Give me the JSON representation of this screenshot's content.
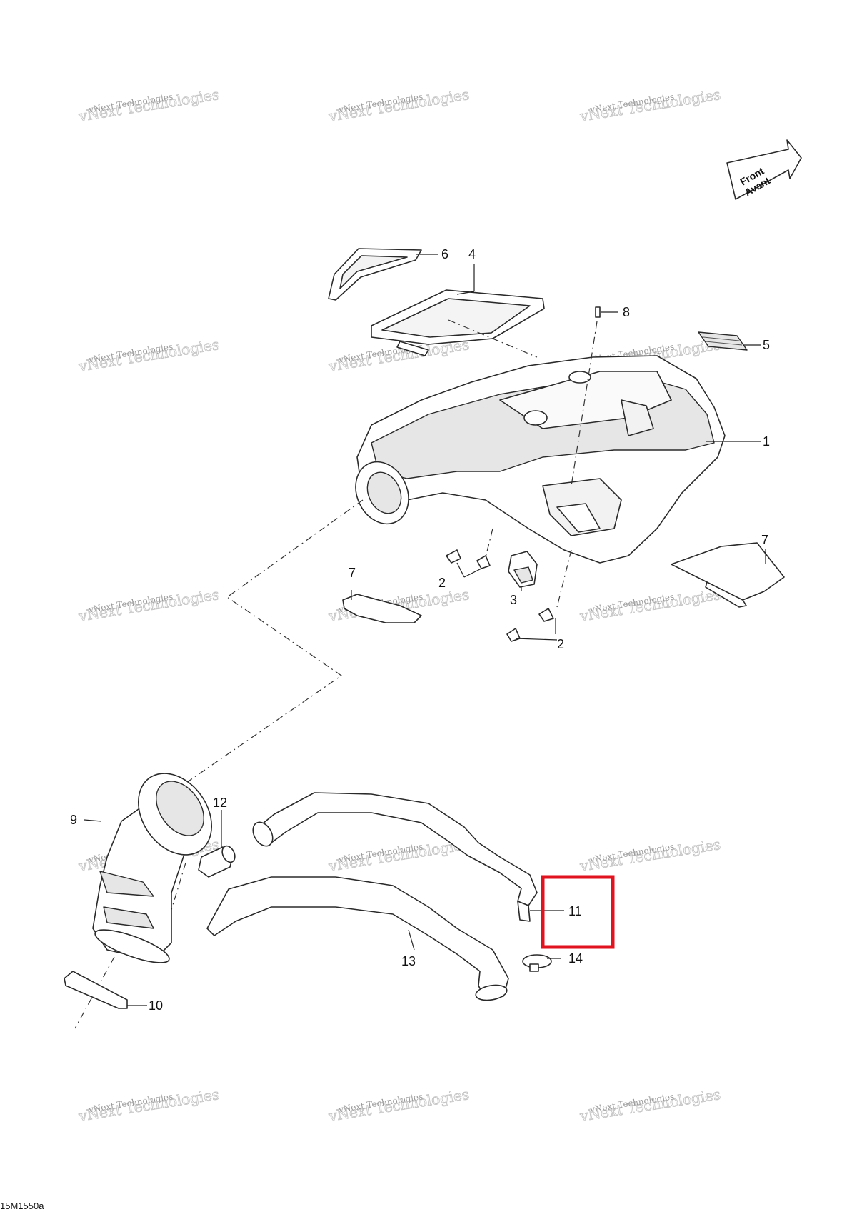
{
  "watermark": {
    "line1": "vNext Technologies",
    "line2": "vNext Technologies"
  },
  "front_arrow": {
    "line1": "Front",
    "line2": "Avant"
  },
  "drawing_code": "15M1550a",
  "highlight_color": "#e0131f",
  "callouts": {
    "c1": "1",
    "c2a": "2",
    "c2b": "2",
    "c3": "3",
    "c4": "4",
    "c5": "5",
    "c6": "6",
    "c7a": "7",
    "c7b": "7",
    "c8": "8",
    "c9": "9",
    "c10": "10",
    "c11": "11",
    "c12": "12",
    "c13": "13",
    "c14": "14"
  }
}
